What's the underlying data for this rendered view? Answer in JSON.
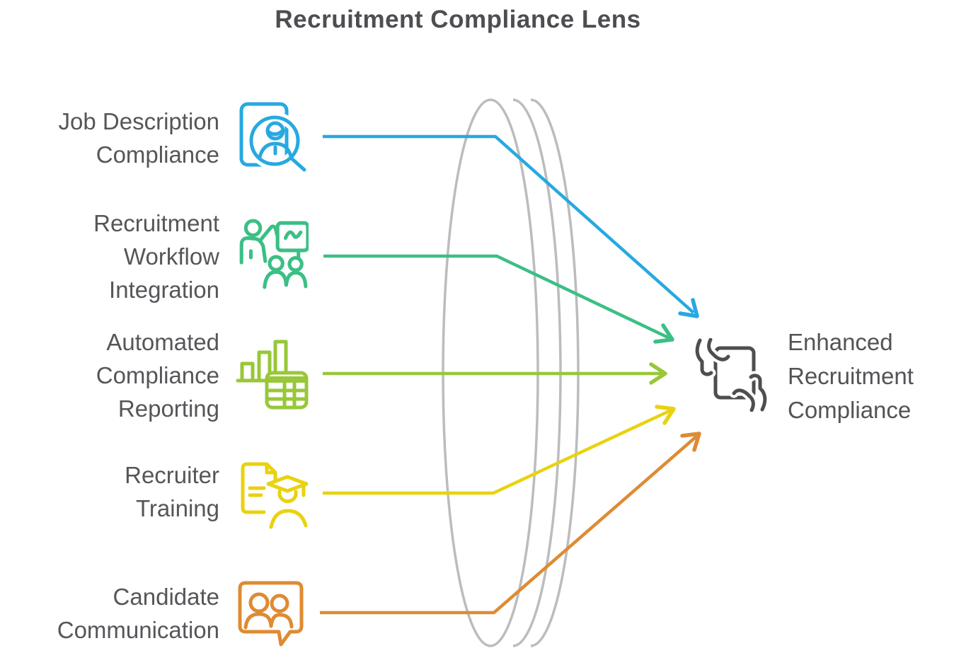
{
  "page": {
    "title": "Recruitment Compliance Lens",
    "background_color": "#ffffff",
    "text_color": "#56565a"
  },
  "lens": {
    "name": "compliance lens",
    "color": "#bcbcbc"
  },
  "items": [
    {
      "label": "Job Description\nCompliance",
      "icon": "document-person-magnifier-icon",
      "color": "#27a9e0"
    },
    {
      "label": "Recruitment\nWorkflow\nIntegration",
      "icon": "presentation-people-icon",
      "color": "#3bbf85"
    },
    {
      "label": "Automated\nCompliance\nReporting",
      "icon": "bar-chart-table-icon",
      "color": "#98c739"
    },
    {
      "label": "Recruiter\nTraining",
      "icon": "document-graduate-icon",
      "color": "#e9d20f"
    },
    {
      "label": "Candidate\nCommunication",
      "icon": "chat-people-icon",
      "color": "#de8b33"
    }
  ],
  "result": {
    "label": "Enhanced\nRecruitment\nCompliance",
    "icon": "hands-holding-document-icon",
    "color": "#4e4e50"
  }
}
